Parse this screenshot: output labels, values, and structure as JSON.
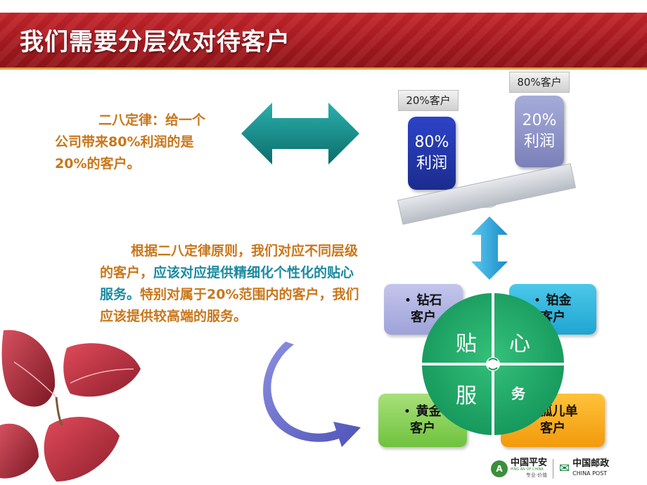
{
  "slide": {
    "title": "我们需要分层次对待客户",
    "para1": "二八定律：给一个公司带来80%利润的是20%的客户。",
    "para2_part1": "根据二八定律原则，我们对应不同层级的客户，",
    "para2_part2": "应该对应提供精细化个性化的贴心服务。",
    "para2_part3": "特别对属于20%范围内的客户，我们应该提供较高端的服务。"
  },
  "scale": {
    "left_label": "20%客户",
    "left_weight_line1": "80%",
    "left_weight_line2": "利润",
    "right_label": "80%客户",
    "right_weight_line1": "20%",
    "right_weight_line2": "利润"
  },
  "tiers": {
    "diamond_l1": "钻石",
    "diamond_l2": "客户",
    "platinum_l1": "铂金",
    "platinum_l2": "客户",
    "gold_l1": "黄金",
    "gold_l2": "客户",
    "orphan_l1": "孤儿单",
    "orphan_l2": "客户",
    "bullet": "•"
  },
  "circle": {
    "q1": "贴",
    "q2": "心",
    "q3": "服",
    "q4": "务"
  },
  "logos": {
    "pingan_name": "中国平安",
    "pingan_sub": "PING AN OF CHINA",
    "pingan_slogan": "专业·价值",
    "post_name": "中国邮政",
    "post_sub": "CHINA POST"
  },
  "colors": {
    "title_bar": "#b01e24",
    "teal_arrow": "#168c8a",
    "blue_arrow": "#2aa6dc",
    "purple_arrow": "#6a6fd0"
  }
}
